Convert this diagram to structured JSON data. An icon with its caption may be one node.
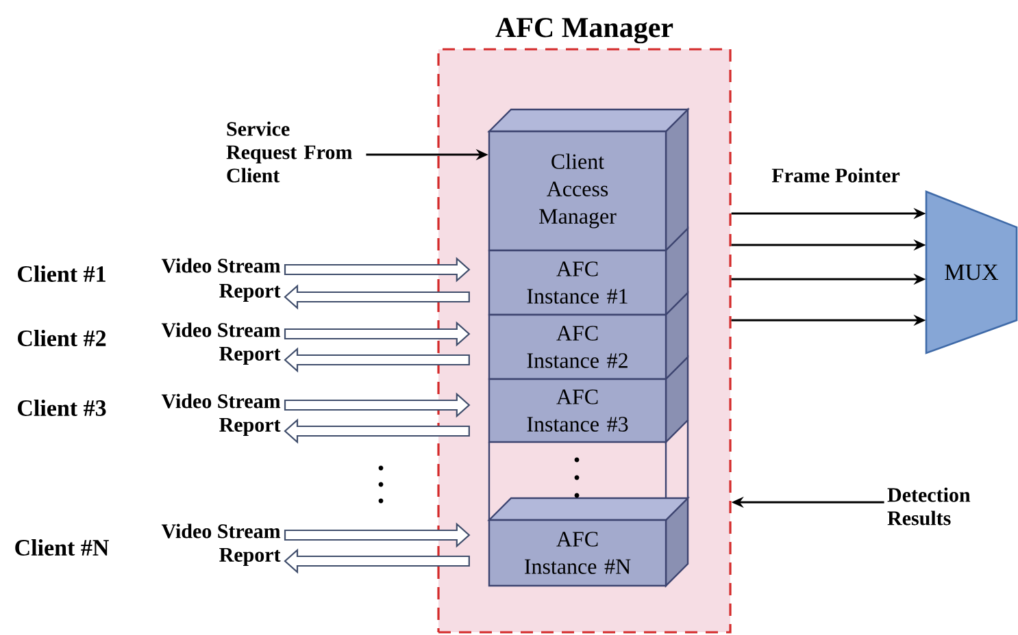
{
  "diagram": {
    "nodes": [
      {
        "text": [
          "AFC Manager"
        ]
      },
      {
        "text": [
          "Service Request From Client"
        ]
      },
      {
        "text": [
          "Client Access Manager"
        ],
        "in": 0
      },
      {
        "text": [
          "AFC Instance #1"
        ],
        "in": 0
      },
      {
        "text": [
          "AFC Instance #2"
        ],
        "in": 0
      },
      {
        "text": [
          "AFC Instance #3"
        ],
        "in": 0
      },
      {
        "text": [
          "AFC Instance #N"
        ],
        "in": 0
      },
      {
        "text": [
          "MUX"
        ]
      },
      {
        "text": [
          "Detection Results"
        ]
      }
    ],
    "edges": [
      {
        "from": 1,
        "to": 2,
        "arrow": "to",
        "color": "#000000"
      },
      {
        "from": null,
        "to": 3,
        "arrow": "to",
        "label": "Video Stream",
        "style": "thick"
      },
      {
        "from": 3,
        "to": null,
        "arrow": "to",
        "label": "Report",
        "style": "thick"
      },
      {
        "from": null,
        "to": 4,
        "arrow": "to",
        "label": "Video Stream",
        "style": "thick"
      },
      {
        "from": 4,
        "to": null,
        "arrow": "to",
        "label": "Report",
        "style": "thick"
      },
      {
        "from": null,
        "to": 5,
        "arrow": "to",
        "label": "Video Stream",
        "style": "thick"
      },
      {
        "from": 5,
        "to": null,
        "arrow": "to",
        "label": "Report",
        "style": "thick"
      },
      {
        "from": null,
        "to": 6,
        "arrow": "to",
        "label": "Video Stream",
        "style": "thick"
      },
      {
        "from": 6,
        "to": null,
        "arrow": "to",
        "label": "Report",
        "style": "thick"
      },
      {
        "from": 0,
        "to": 7,
        "arrow": "to",
        "color": "#000000"
      },
      {
        "from": 0,
        "to": 7,
        "arrow": "to",
        "color": "#000000"
      },
      {
        "from": 0,
        "to": 7,
        "arrow": "to",
        "color": "#000000"
      },
      {
        "from": 0,
        "to": 7,
        "arrow": "to",
        "color": "#000000"
      },
      {
        "from": 8,
        "to": 0,
        "arrow": "to",
        "color": "#000000"
      }
    ],
    "labels": [
      "Frame Pointer",
      "Client #1",
      "Client #2",
      "Client #3",
      "Client #N"
    ]
  }
}
